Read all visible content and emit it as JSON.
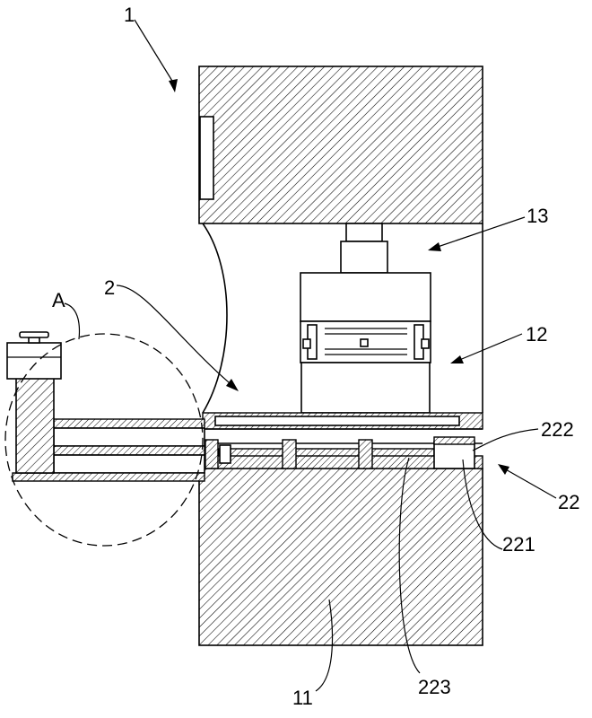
{
  "labels": {
    "l1": "1",
    "l2": "2",
    "lA": "A",
    "l11": "11",
    "l12": "12",
    "l13": "13",
    "l22": "22",
    "l221": "221",
    "l222": "222",
    "l223": "223"
  },
  "colors": {
    "line": "#000000",
    "background": "#ffffff"
  }
}
